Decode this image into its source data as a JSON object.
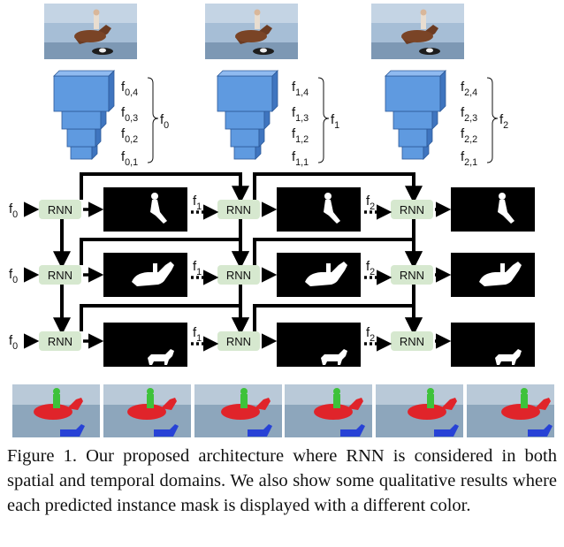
{
  "feature_labels": [
    {
      "rows": [
        "0,4",
        "0,3",
        "0,2",
        "0,1"
      ],
      "group": "0"
    },
    {
      "rows": [
        "1,4",
        "1,3",
        "1,2",
        "1,1"
      ],
      "group": "1"
    },
    {
      "rows": [
        "2,4",
        "2,3",
        "2,2",
        "2,1"
      ],
      "group": "2"
    }
  ],
  "symbol": "f",
  "rnn_label": "RNN",
  "input_sub": "0",
  "pass_subs": [
    "1",
    "2"
  ],
  "colors": {
    "rnn_fill": "#d6e8cf",
    "cube_front": "#5f9ae0",
    "cube_top": "#8fbaf0",
    "cube_side": "#3f75bf",
    "mask_bg": "#000000",
    "mask_fg": "#ffffff",
    "water": "#8da6bc",
    "inst_red": "#e0242a",
    "inst_green": "#3ec23a",
    "inst_blue": "#2742d6"
  },
  "icons": [
    "horse-rider-photo",
    "cube-pyramid-icon",
    "rider-mask",
    "horse-mask",
    "dog-mask",
    "instance-frame"
  ],
  "caption": "Figure 1. Our proposed architecture where RNN is considered in both spatial and temporal domains. We also show some qualitative results where each predicted instance mask is displayed with a different color."
}
